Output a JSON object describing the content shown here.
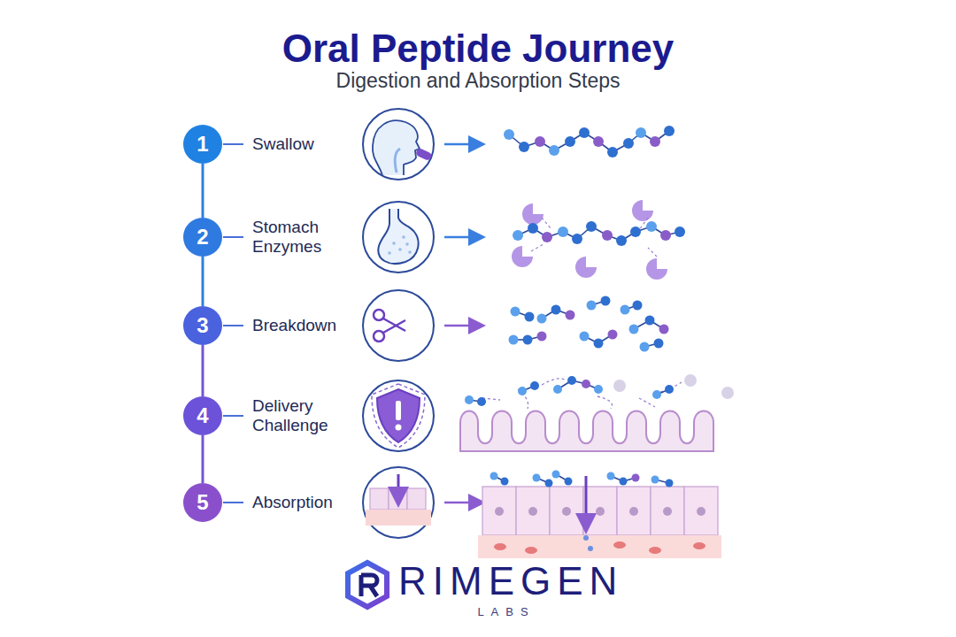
{
  "diagram": {
    "title": "Oral Peptide Journey",
    "nodes": [
      {
        "text": [
          "1",
          "Swallow"
        ]
      },
      {
        "text": [
          "2",
          "Stomach Enzymes"
        ]
      },
      {
        "text": [
          "3",
          "Breakdown"
        ]
      },
      {
        "text": [
          "4",
          "Delivery Challenge"
        ]
      },
      {
        "text": [
          "5",
          "Absorption"
        ]
      }
    ],
    "edges": [
      {
        "from": 0,
        "to": 1,
        "arrow": "none"
      },
      {
        "from": 1,
        "to": 2,
        "arrow": "none"
      },
      {
        "from": 2,
        "to": 3,
        "arrow": "none"
      },
      {
        "from": 3,
        "to": 4,
        "arrow": "none"
      }
    ],
    "labels": [
      "Digestion and Absorption Steps",
      "RIMEGEN",
      "LABS"
    ]
  }
}
